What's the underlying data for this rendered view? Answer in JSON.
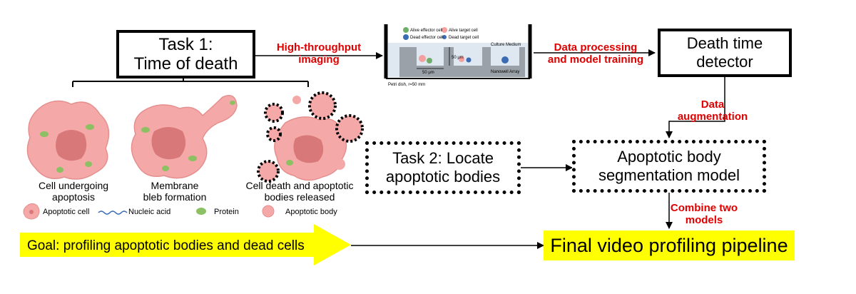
{
  "task1": {
    "line1": "Task 1:",
    "line2": "Time of death"
  },
  "arrows": {
    "imaging_1": "High-throughput",
    "imaging_2": "imaging",
    "processing_1": "Data processing",
    "processing_2": "and model training",
    "augmentation_1": "Data",
    "augmentation_2": "augmentation",
    "combine_1": "Combine two",
    "combine_2": "models"
  },
  "nanowell": {
    "alive_effector": "Alive effector cell",
    "dead_effector": "Dead effector cell",
    "alive_target": "Alive target cell",
    "dead_target": "Dead target cell",
    "culture_medium": "Culture Medium",
    "nanowell_array": "Nanowell Array",
    "dim_50": "50 μm",
    "dim_50_v": "50 μm",
    "dish": "Petri dish, r=50 mm"
  },
  "detector": {
    "line1": "Death time",
    "line2": "detector"
  },
  "cells": {
    "stage1_1": "Cell undergoing",
    "stage1_2": "apoptosis",
    "stage2_1": "Membrane",
    "stage2_2": "bleb formation",
    "stage3_1": "Cell death and apoptotic",
    "stage3_2": "bodies released"
  },
  "legend": {
    "apoptotic_cell": "Apoptotic cell",
    "nucleic_acid": "Nucleic acid",
    "protein": "Protein",
    "apoptotic_body": "Apoptotic body"
  },
  "task2": {
    "line1": "Task 2: Locate",
    "line2": "apoptotic bodies"
  },
  "segmentation": {
    "line1": "Apoptotic body",
    "line2": "segmentation model"
  },
  "goal": "Goal: profiling apoptotic bodies and dead cells",
  "final": "Final video profiling pipeline",
  "colors": {
    "accent": "#e00000",
    "highlight": "#ffff00",
    "cell": "#f4a9a8",
    "nucleus": "#d97878",
    "protein": "#8cc062"
  }
}
